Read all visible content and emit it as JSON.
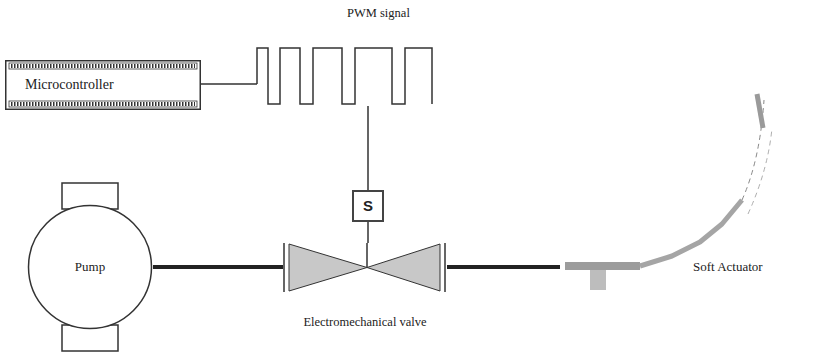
{
  "diagram": {
    "nodes": [
      {
        "text": [
          "Microcontroller"
        ]
      },
      {
        "text": [
          "S"
        ]
      },
      {
        "text": [
          "Pump"
        ]
      },
      {
        "text": [
          "Electromechanical valve"
        ]
      },
      {
        "text": [
          "Soft Actuator"
        ]
      }
    ],
    "edges": [
      {
        "from": 0,
        "to": 1,
        "arrow": "none"
      },
      {
        "from": 1,
        "to": 3,
        "arrow": "none"
      },
      {
        "from": 2,
        "to": 3,
        "arrow": "none"
      },
      {
        "from": 3,
        "to": 4,
        "arrow": "none"
      }
    ],
    "labels": [
      "PWM signal"
    ]
  }
}
